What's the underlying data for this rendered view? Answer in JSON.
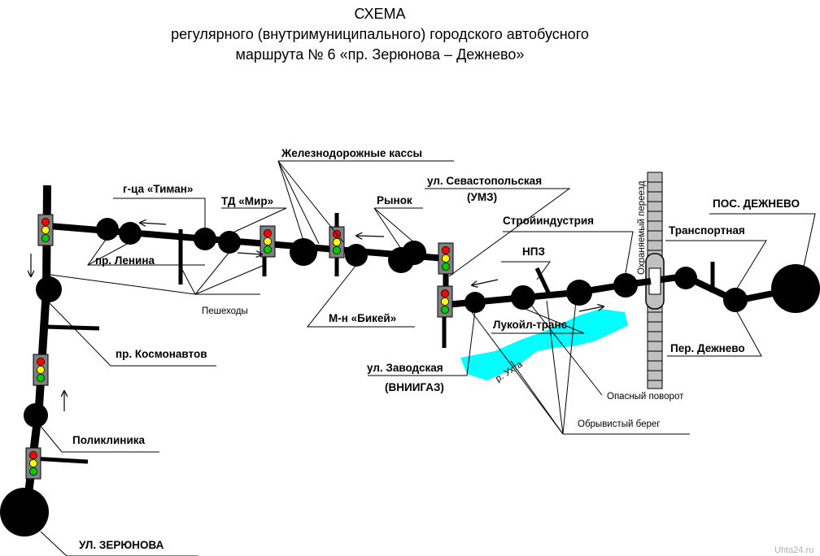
{
  "title": {
    "line1": "СХЕМА",
    "line2": "регулярного (внутримуниципального) городского автобусного",
    "line3": "маршрута № 6 «пр. Зерюнова – Дежнево»"
  },
  "stops": {
    "zeryunova": "УЛ. ЗЕРЮНОВА",
    "poliklinika": "Поликлиника",
    "kosmonavtov": "пр. Космонавтов",
    "lenina": "пр. Ленина",
    "timan": "г-ца «Тиман»",
    "mir": "ТД «Мир»",
    "kassy": "Железнодорожные кассы",
    "rynok": "Рынок",
    "bikey": "М-н «Бикей»",
    "sevastopolskaya_1": "ул. Севастопольская",
    "sevastopolskaya_2": "(УМЗ)",
    "zavodskaya_1": "ул. Заводская",
    "zavodskaya_2": "(ВНИИГАЗ)",
    "stroyindustriya": "Стройиндустрия",
    "npz": "НПЗ",
    "lukoil": "Лукойл-транс",
    "transportnaya": "Транспортная",
    "dezhnevo": "ПОС. ДЕЖНЕВО",
    "per_dezhnevo": "Пер. Дежнево"
  },
  "notes": {
    "peshehody": "Пешеходы",
    "opasny": "Опасный поворот",
    "obryvisty": "Обрывистый берег",
    "pereezd": "Охраняемый переезд",
    "reka": "р. Ухта",
    "watermark": "Uhta24.ru"
  },
  "colors": {
    "road": "#000000",
    "river": "#00ffff",
    "rail": "#c0c0c0",
    "light_red": "#ff0000",
    "light_yellow": "#ffff00",
    "light_green": "#00cc00",
    "light_housing": "#808080"
  }
}
